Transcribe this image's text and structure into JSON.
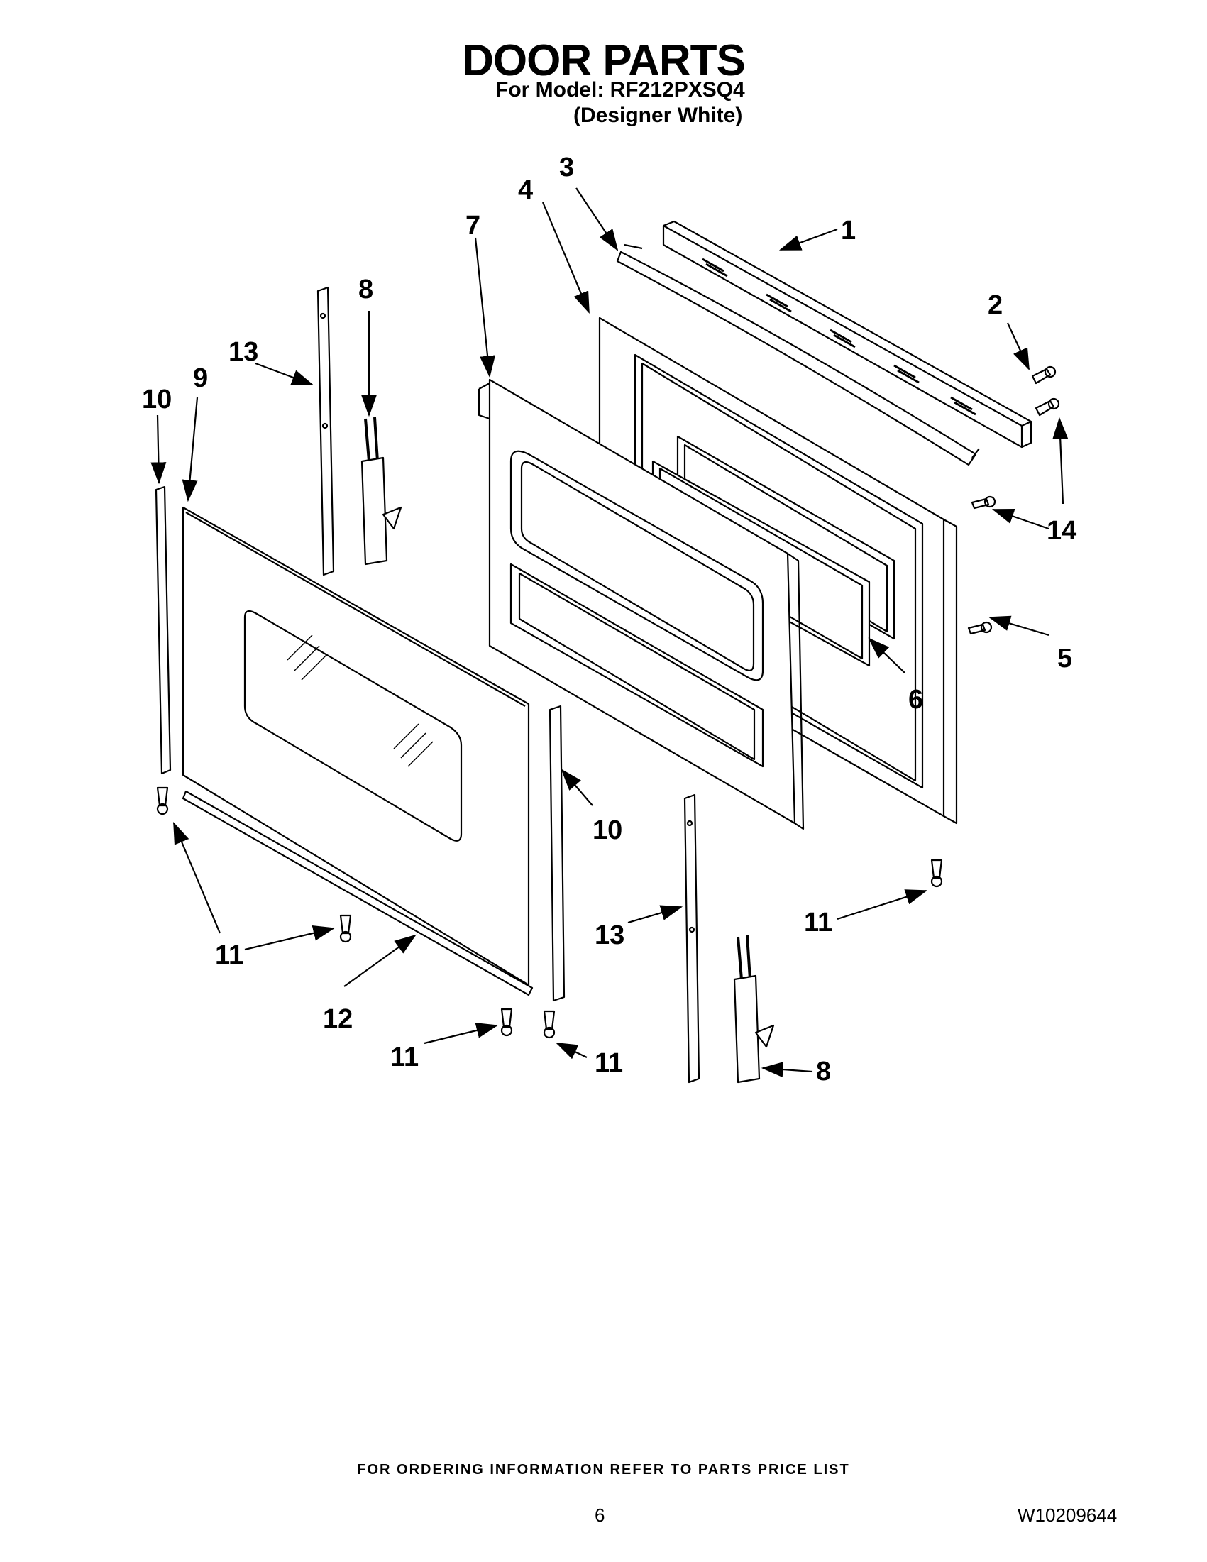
{
  "header": {
    "title": "DOOR PARTS",
    "model_line": "For Model: RF212PXSQ4",
    "variant_line": "(Designer White)"
  },
  "diagram": {
    "callouts": [
      {
        "id": "c1",
        "label": "1",
        "part": "top trim"
      },
      {
        "id": "c2",
        "label": "2",
        "part": "screw"
      },
      {
        "id": "c3",
        "label": "3",
        "part": "handle"
      },
      {
        "id": "c4",
        "label": "4",
        "part": "inner door panel"
      },
      {
        "id": "c5",
        "label": "5",
        "part": "screw"
      },
      {
        "id": "c6",
        "label": "6",
        "part": "inner glass"
      },
      {
        "id": "c7",
        "label": "7",
        "part": "door liner"
      },
      {
        "id": "c8a",
        "label": "8",
        "part": "hinge"
      },
      {
        "id": "c8b",
        "label": "8",
        "part": "hinge"
      },
      {
        "id": "c9",
        "label": "9",
        "part": "outer door panel"
      },
      {
        "id": "c10a",
        "label": "10",
        "part": "side trim"
      },
      {
        "id": "c10b",
        "label": "10",
        "part": "side trim"
      },
      {
        "id": "c11a",
        "label": "11",
        "part": "screw"
      },
      {
        "id": "c11b",
        "label": "11",
        "part": "screw"
      },
      {
        "id": "c11c",
        "label": "11",
        "part": "screw"
      },
      {
        "id": "c11d",
        "label": "11",
        "part": "screw"
      },
      {
        "id": "c11e",
        "label": "11",
        "part": "screw"
      },
      {
        "id": "c12",
        "label": "12",
        "part": "bottom trim"
      },
      {
        "id": "c13a",
        "label": "13",
        "part": "hinge channel"
      },
      {
        "id": "c13b",
        "label": "13",
        "part": "hinge channel"
      },
      {
        "id": "c14",
        "label": "14",
        "part": "screw"
      }
    ]
  },
  "footer": {
    "ordering_note": "FOR ORDERING INFORMATION REFER TO PARTS PRICE LIST",
    "page_number": "6",
    "document_number": "W10209644"
  }
}
